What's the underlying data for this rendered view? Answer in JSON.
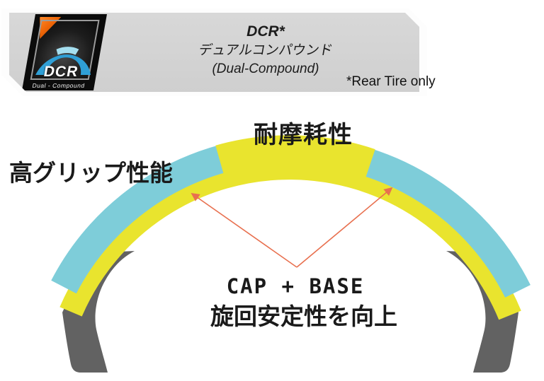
{
  "header": {
    "badge": {
      "logo_text": "DCR",
      "logo_subtext": "Dual - Compound"
    },
    "title": "DCR*",
    "subtitle_jp": "デュアルコンパウンド",
    "subtitle_en": "(Dual-Compound)",
    "note": "*Rear Tire only"
  },
  "diagram": {
    "label_wear": "耐摩耗性",
    "label_grip": "高グリップ性能",
    "callout_line1": "CAP + BASE",
    "callout_line2": "旋回安定性を向上",
    "colors": {
      "wear_compound_yellow": "#e9e42e",
      "grip_compound_cyan": "#7ecdd9",
      "carcass_gray": "#626262",
      "arrow_red": "#e8704f",
      "logo_arch_blue": "#2f9fd6",
      "logo_arch_light": "#a5dff0"
    }
  }
}
